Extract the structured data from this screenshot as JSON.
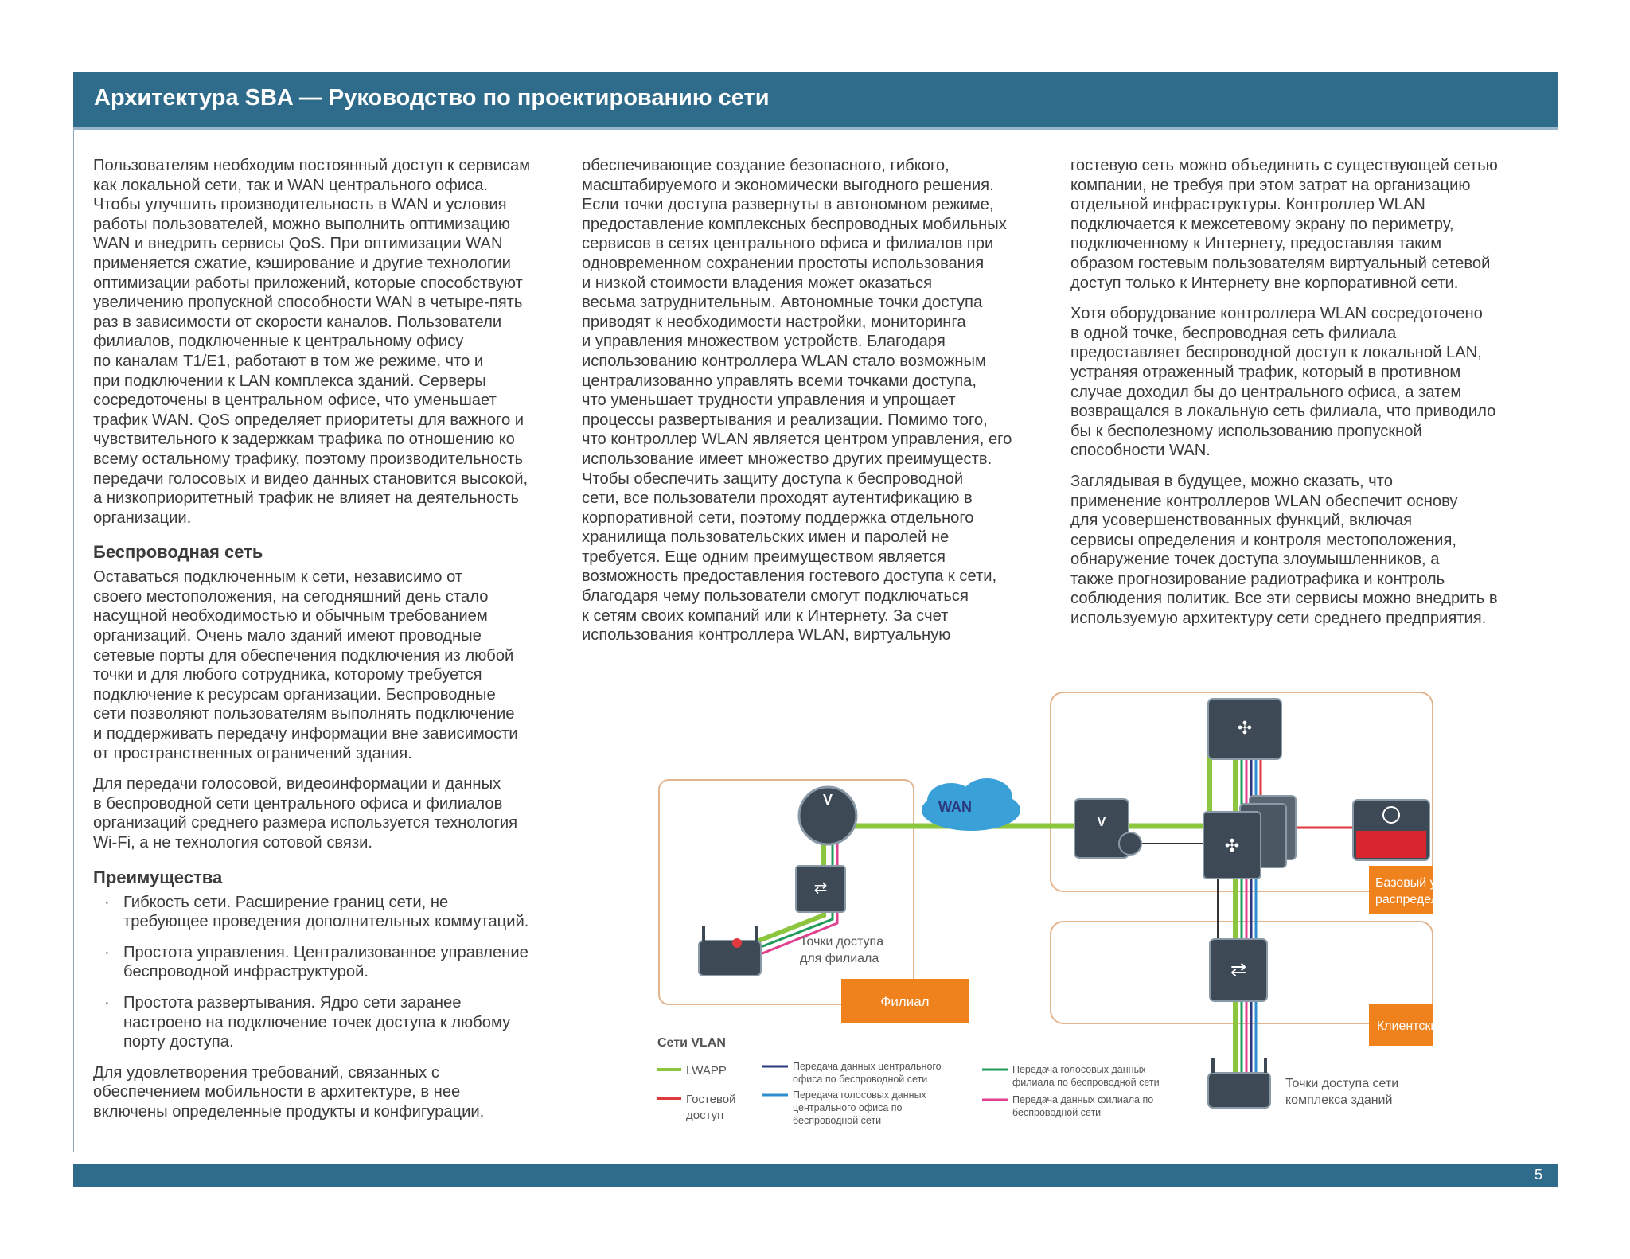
{
  "header": {
    "title": "Архитектура SBA — Руководство по проектированию сети"
  },
  "footer": {
    "page_number": "5"
  },
  "col1": {
    "p1": [
      "Пользователям необходим постоянный доступ к сервисам",
      "как локальной сети, так и WAN центрального офиса.",
      "Чтобы улучшить производительность в WAN и условия",
      "работы пользователей, можно выполнить оптимизацию",
      "WAN и внедрить сервисы QoS. При оптимизации WAN",
      "применяется сжатие, кэширование и другие технологии",
      "оптимизации работы приложений, которые способствуют",
      "увеличению пропускной способности WAN в четыре-пять",
      "раз в зависимости от скорости каналов. Пользователи",
      "филиалов, подключенные к центральному офису",
      "по каналам T1/E1, работают в том же режиме, что и",
      "при подключении к LAN комплекса зданий. Серверы",
      "сосредоточены в центральном офисе, что уменьшает",
      "трафик WAN. QoS определяет приоритеты для важного и",
      "чувствительного к задержкам трафика по отношению ко",
      "всему остальному трафику, поэтому производительность",
      "передачи голосовых и видео данных становится высокой,",
      "а низкоприоритетный трафик не влияет на деятельность",
      "организации."
    ],
    "h_wireless": "Беспроводная сеть",
    "p2": [
      "Оставаться подключенным к сети, независимо от",
      "своего местоположения, на сегодняшний день стало",
      "насущной необходимостью и обычным требованием",
      "организаций. Очень мало зданий имеют проводные",
      "сетевые порты для обеспечения подключения из любой",
      "точки и для любого сотрудника, которому требуется",
      "подключение к ресурсам организации. Беспроводные",
      "сети позволяют пользователям выполнять подключение",
      "и поддерживать передачу информации вне зависимости",
      "от пространственных ограничений здания."
    ],
    "p3": [
      "Для передачи голосовой, видеоинформации и данных",
      "в беспроводной сети центрального офиса и филиалов",
      "организаций среднего размера используется технология",
      "Wi-Fi, а не технология сотовой связи."
    ],
    "h_benefits": "Преимущества",
    "bullet_mark": "·",
    "bullets": [
      [
        "Гибкость сети. Расширение границ сети, не",
        "требующее проведения дополнительных коммутаций."
      ],
      [
        "Простота управления. Централизованное управление",
        "беспроводной инфраструктурой."
      ],
      [
        "Простота развертывания. Ядро сети заранее",
        "настроено на подключение точек доступа к любому",
        "порту доступа."
      ]
    ],
    "p4": [
      "Для удовлетворения требований, связанных с",
      "обеспечением мобильности в архитектуре, в нее",
      "включены определенные продукты и конфигурации,"
    ]
  },
  "col2": {
    "p1": [
      "обеспечивающие создание безопасного, гибкого,",
      "масштабируемого и экономически выгодного решения.",
      "Если точки доступа развернуты в автономном режиме,",
      "предоставление комплексных беспроводных мобильных",
      "сервисов в сетях центрального офиса и филиалов при",
      "одновременном сохранении простоты использования",
      "и низкой стоимости владения может оказаться",
      "весьма затруднительным. Автономные точки доступа",
      "приводят к необходимости настройки, мониторинга",
      "и управления множеством устройств. Благодаря",
      "использованию контроллера WLAN стало возможным",
      "централизованно управлять всеми точками доступа,",
      "что уменьшает трудности управления и упрощает",
      "процессы развертывания и реализации. Помимо того,",
      "что контроллер WLAN является центром управления, его",
      "использование имеет множество других преимуществ.",
      "Чтобы обеспечить защиту доступа к беспроводной",
      "сети, все пользователи проходят аутентификацию в",
      "корпоративной сети, поэтому поддержка отдельного",
      "хранилища пользовательских имен и паролей не",
      "требуется. Еще одним преимуществом является",
      "возможность предоставления гостевого доступа к сети,",
      "благодаря чему пользователи смогут подключаться",
      "к сетям своих компаний или к Интернету. За счет",
      "использования контроллера WLAN, виртуальную"
    ]
  },
  "col3": {
    "p1": [
      "гостевую сеть можно объединить с существующей сетью",
      "компании, не требуя при этом затрат на организацию",
      "отдельной инфраструктуры. Контроллер WLAN",
      "подключается к межсетевому экрану по периметру,",
      "подключенному к Интернету, предоставляя таким",
      "образом гостевым пользователям виртуальный сетевой",
      "доступ только к Интернету вне корпоративной сети."
    ],
    "p2": [
      "Хотя оборудование контроллера WLAN сосредоточено",
      "в одной точке, беспроводная сеть филиала",
      "предоставляет беспроводной доступ к локальной LAN,",
      "устраняя отраженный трафик, который в противном",
      "случае доходил бы до центрального офиса, а затем",
      "возвращался в локальную сеть филиала, что приводило",
      "бы к бесполезному использованию пропускной",
      "способности WAN."
    ],
    "p3": [
      "Заглядывая в будущее, можно сказать, что",
      "применение контроллеров WLAN обеспечит основу",
      "для усовершенствованных функций, включая",
      "сервисы определения и контроля местоположения,",
      "обнаружение точек доступа злоумышленников, а",
      "также прогнозирование радиотрафика и контроль",
      "соблюдения политик. Все эти сервисы можно внедрить в",
      "используемую архитектуру сети среднего предприятия."
    ]
  },
  "diagram": {
    "wan_label": "WAN",
    "router_mark": "V",
    "branch_ap_label": [
      "Точки доступа",
      "для филиала"
    ],
    "branch_box": "Филиал",
    "core_box": [
      "Базовый уровень/",
      "распределение"
    ],
    "access_box": "Клиентский доступ",
    "campus_ap_label": [
      "Точки доступа сети",
      "комплекса зданий"
    ],
    "legend_title": "Сети VLAN",
    "legend": [
      {
        "label": [
          "LWAPP"
        ],
        "color": "#8cc63f"
      },
      {
        "label": [
          "Гостевой",
          "доступ"
        ],
        "color": "#e0393e"
      },
      {
        "label": [
          "Передача данных центрального",
          "офиса по беспроводной сети"
        ],
        "color": "#2b3a7e"
      },
      {
        "label": [
          "Передача голосовых данных",
          "центрального офиса по",
          "беспроводной сети"
        ],
        "color": "#2d8fd0"
      },
      {
        "label": [
          "Передача голосовых данных",
          "филиала по беспроводной сети"
        ],
        "color": "#1f9a5a"
      },
      {
        "label": [
          "Передача данных филиала по",
          "беспроводной сети"
        ],
        "color": "#e0408e"
      }
    ],
    "colors": {
      "zone_border": "#e3b58f",
      "orange_box": "#f0821e",
      "device": "#3d4a56",
      "firewall": "#d9262e",
      "cloud": "#3aa0d8"
    }
  }
}
